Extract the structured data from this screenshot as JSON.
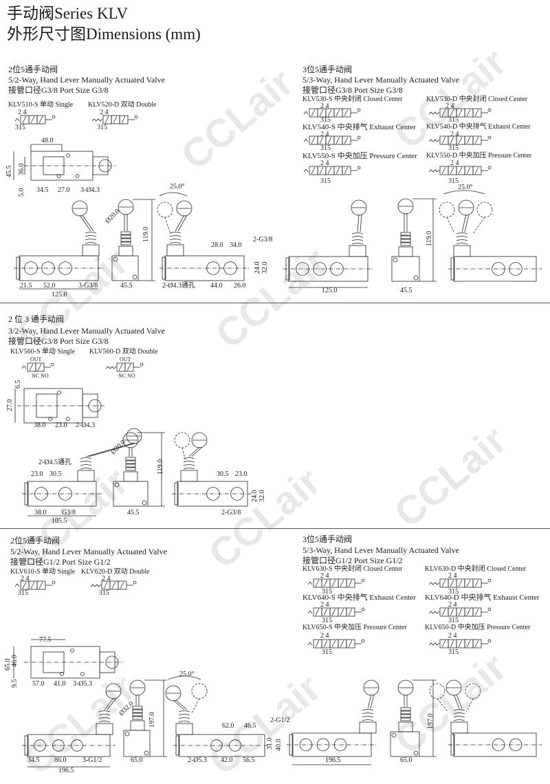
{
  "header": {
    "title_line1": "手动阀Series KLV",
    "title_line2": "外形尺寸图Dimensions (mm)"
  },
  "watermark": "CCLair",
  "s1": {
    "heading_cn": "2位5通手动阀",
    "heading_en": "5/2-Way, Hand Lever Manually Actuated Valve",
    "port": "接管口径G3/8  Port Size G3/8",
    "models": [
      "KLV510-S 单动 Single",
      "KLV520-D 双动 Double"
    ],
    "ports_top": "2 4",
    "ports_bottom": "315",
    "dims": [
      "48.0",
      "45.5",
      "36.0",
      "5.0",
      "34.5",
      "27.0",
      "3-Ø4.3",
      "25.0°",
      "Ø20.0",
      "119.0",
      "28.0",
      "34.0",
      "2-G3/8",
      "24.0",
      "32.0",
      "21.5",
      "52.0",
      "3-G3/8",
      "125.0",
      "45.5",
      "2-Ø4.3通孔",
      "44.0",
      "26.0"
    ]
  },
  "s2": {
    "heading_cn": "3位5通手动阀",
    "heading_en": "5/3-Way, Hand Lever Manually Actuated Valve",
    "port": "接管口径G3/8  Port Size G3/8",
    "models": [
      "KLV530-S  中央封闭 Closed Center",
      "KLV530-D 中央封闭 Closed Center",
      "KLV540-S  中央排气 Exhaust Center",
      "KLV540-D 中央排气 Exhaust Center",
      "KLV550-S  中央加压 Pressure Center",
      "KLV550-D 中央加压 Pressure Center"
    ],
    "ports_top": "2 4",
    "ports_bottom": "315",
    "dims": [
      "25.0°",
      "119.0",
      "125.0",
      "45.5"
    ]
  },
  "s3": {
    "heading_cn": "2 位 3 通手动阀",
    "heading_en": "3/2-Way, Hand Lever Manually Actuated Valve",
    "port": "接管口径G3/8  Port Size G3/8",
    "models": [
      "KLV560-S 单动 Single",
      "KLV560-D 双动 Double"
    ],
    "out": "OUT",
    "nc_no": "NC NO",
    "dims": [
      "6.5",
      "27.0",
      "38.0",
      "23.0",
      "2-Ø4.3",
      "Ø20.0",
      "119.0",
      "2-Ø4.5通孔",
      "23.0",
      "30.5",
      "38.0",
      "G3/8",
      "105.5",
      "45.5",
      "30.5",
      "23.0",
      "24.0",
      "32.0",
      "2-G3/8"
    ]
  },
  "s4": {
    "heading_cn": "2位5通手动阀",
    "heading_en": "5/2-Way, Hand Lever Manually Actuated Valve",
    "port": "接管口径G1/2  Port Size G1/2",
    "models": [
      "KLV610-S 单动 Single",
      "KLV620-D 双动 Double"
    ],
    "ports_top": "2 4",
    "ports_bottom": "315",
    "dims": [
      "77.5",
      "65.0",
      "46.0",
      "9.5",
      "57.0",
      "41.0",
      "3-Ø5.3",
      "25.0°",
      "Ø32.0",
      "197.0",
      "62.0",
      "46.5",
      "2-G1/2",
      "31.0",
      "40.0",
      "34.5",
      "86.0",
      "3-G1/2",
      "196.5",
      "65.0",
      "2-Ø5.3",
      "42.0",
      "56.5"
    ]
  },
  "s5": {
    "heading_cn": "3位5通手动阀",
    "heading_en": "5/3-Way, Hand Lever Manually Actuated Valve",
    "port": "接管口径G1/2  Port Size G1/2",
    "models": [
      "KLV630-S  中央封闭 Closed Center",
      "KLV630-D 中央封闭 Closed Center",
      "KLV640-S  中央排气 Exhaust Center",
      "KLV640-D 中央排气 Exhaust Center",
      "KLV650-S  中央加压 Pressure Center",
      "KLV650-D 中央加压 Pressure Center"
    ],
    "ports_top": "2 4",
    "ports_bottom": "315",
    "dims": [
      "196.5",
      "65.0",
      "197.0"
    ]
  }
}
